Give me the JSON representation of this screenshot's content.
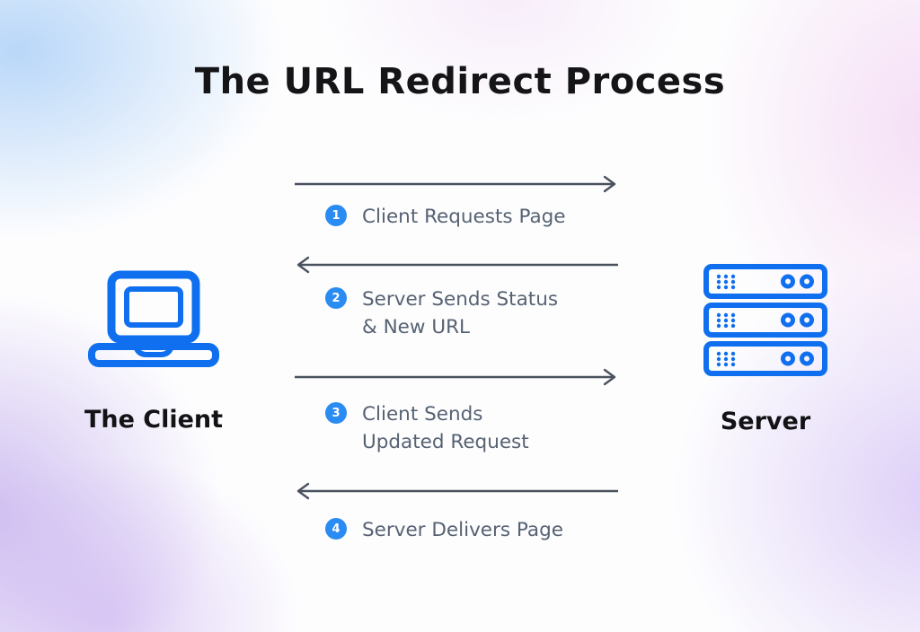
{
  "title": "The URL Redirect Process",
  "client": {
    "label": "The Client"
  },
  "server": {
    "label": "Server"
  },
  "steps": [
    {
      "num": "1",
      "direction": "right",
      "lines": [
        "Client Requests Page",
        ""
      ]
    },
    {
      "num": "2",
      "direction": "left",
      "lines": [
        "Server Sends Status",
        "& New URL"
      ]
    },
    {
      "num": "3",
      "direction": "right",
      "lines": [
        "Client Sends",
        "Updated Request"
      ]
    },
    {
      "num": "4",
      "direction": "left",
      "lines": [
        "Server Delivers Page",
        ""
      ]
    }
  ],
  "colors": {
    "accent_blue": "#0f6fee",
    "badge_blue": "#2a8cf2",
    "arrow_gray": "#4a525e",
    "step_text_gray": "#566273",
    "title_black": "#151518"
  }
}
